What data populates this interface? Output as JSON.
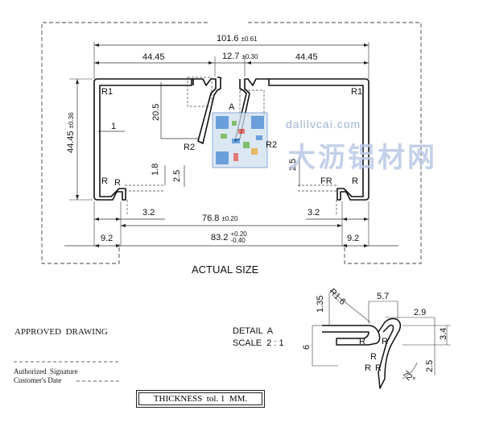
{
  "overall_width": {
    "value": "101.6",
    "tol": "±0.61"
  },
  "left_width": "44.45",
  "slot_width": {
    "value": "12.7",
    "tol": "±0.30"
  },
  "right_width": "44.45",
  "height": {
    "value": "44.45",
    "tol": "±0.36"
  },
  "dim_20_5": "20.5",
  "dim_1": "1",
  "corner_r1_left": "R1",
  "corner_r1_right": "R1",
  "r2_left": "R2",
  "r2_right": "R2",
  "label_a": "A",
  "dim_1_8": "1.8",
  "dim_2_5_left": "2.5",
  "dim_2_5_right": "2.5",
  "r_left_1": "R",
  "r_left_2": "R",
  "fr_right": "FR",
  "r_right": "R",
  "dim_3_2_left": "3.2",
  "dim_3_2_right": "3.2",
  "inner_width": {
    "value": "76.8",
    "tol": "±0.20"
  },
  "base_width": {
    "value": "83.2",
    "tol_plus": "+0.20",
    "tol_minus": "-0.40"
  },
  "foot_left": "9.2",
  "foot_right": "9.2",
  "actual_size": "ACTUAL SIZE",
  "approved": "APPROVED  DRAWING",
  "authorized": "Authorized  Signature",
  "customer_date": "Customer's Date",
  "detail": {
    "title": "DETAIL  A",
    "scale": "SCALE  2 : 1",
    "r1_6": "R1.6",
    "d1_35": "1.35",
    "d5_7": "5.7",
    "d2_9": "2.9",
    "d6": "6",
    "d3_4": "3.4",
    "d2_5": "2.5",
    "angle": "72°",
    "r_a": "R",
    "r_b": "R",
    "r_c": "R",
    "r_d": "R",
    "r_e": "R"
  },
  "thickness_note": "THICKNESS  tol. 1  MM.",
  "watermark": {
    "site": "dalilvcai.com",
    "cn": "大沥铝材网"
  }
}
